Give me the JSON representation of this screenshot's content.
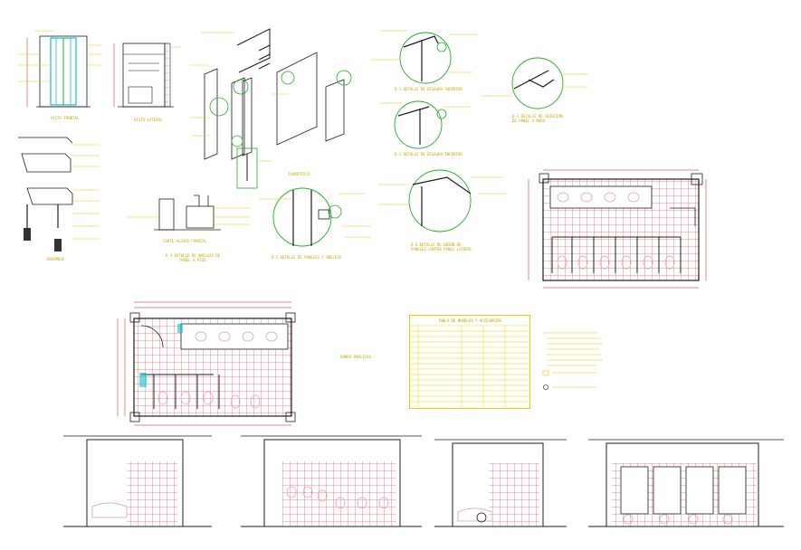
{
  "colors": {
    "line": "#1c1c1c",
    "dim": "#d21414",
    "note": "#e8c800",
    "detail": "#20b020",
    "fixture": "#e0a0b8",
    "tile": "#c81e1e",
    "cyan": "#10c0d0"
  },
  "labels": {
    "vista_frontal": "VISTA FRONTAL",
    "vista_lateral": "VISTA LATERAL",
    "isometrico": "ISOMETRICO",
    "detalle_bisagra_superior": "D-1 DETALLE DE BISAGRA SUPERIOR",
    "detalle_bisagra_inferior": "D-2 DETALLE DE BISAGRA INFERIOR",
    "detalle_sujecion": "D-3 DETALLE DE SUJECION DE PANEL A MURO",
    "ensamble": "ENSAMBLE",
    "corte_alzado": "CORTE   ALZADO FRONTAL",
    "detalle_anclaje": "D-4 DETALLE DE ANCLAJE DE PANEL A PISO",
    "detalle_paneles": "D-5 DETALLE DE PANELES Y ANCLAJE",
    "detalle_union": "D-6 DETALLE DE UNION DE PANELES CONTRA PANEL LATERAL",
    "planta": "BAÑOS PUBLICOS",
    "tabla_title": "TABLA DE MUEBLES Y ACCESORIOS"
  }
}
